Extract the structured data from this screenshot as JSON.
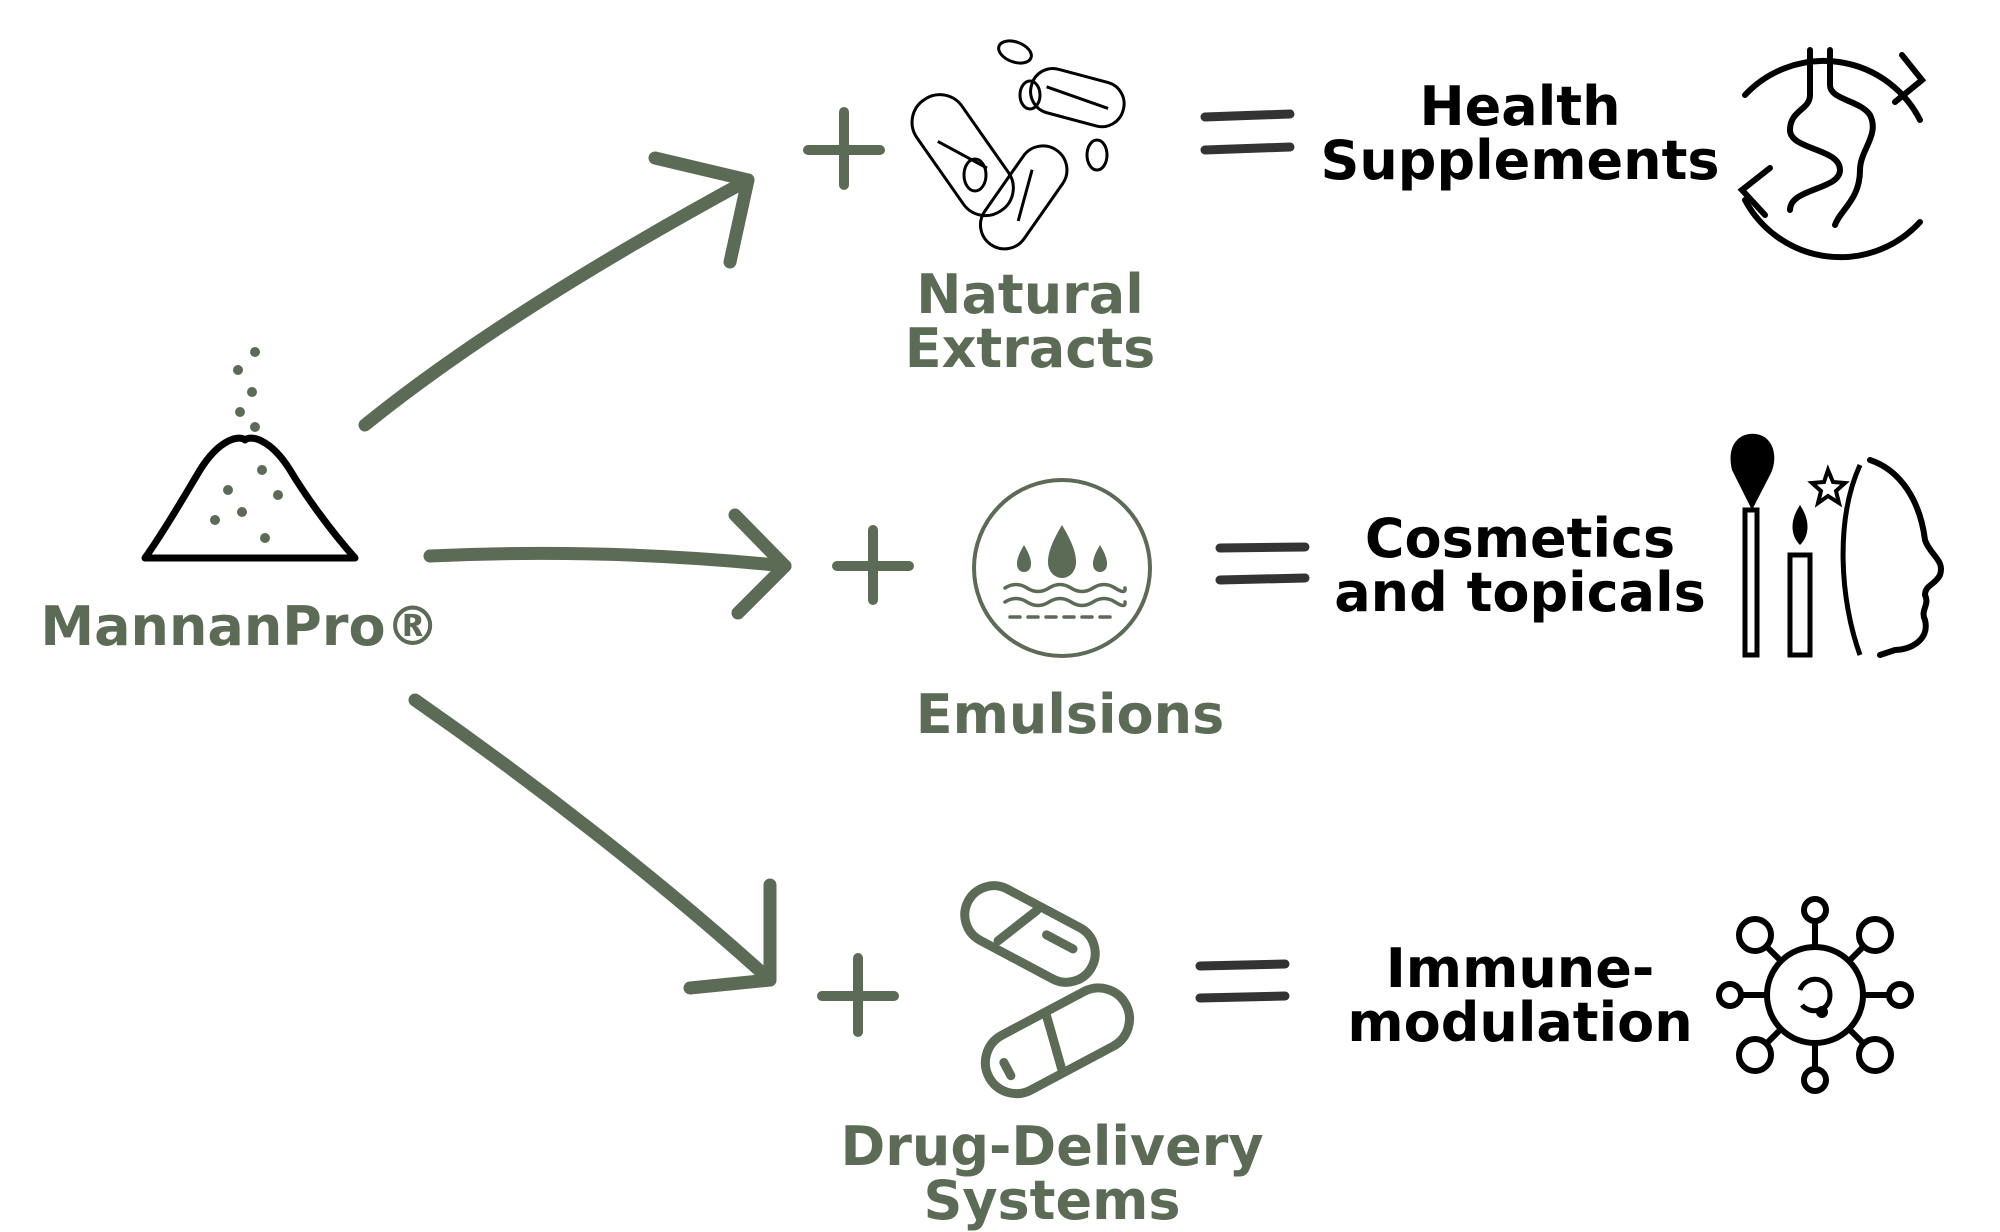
{
  "source": {
    "label": "MannanPro®",
    "icon": "powder-pile-icon"
  },
  "rows": [
    {
      "ingredient": [
        "Natural",
        "Extracts"
      ],
      "ingredient_icon": "bacteria-icon",
      "outcome": [
        "Health",
        "Supplements"
      ],
      "outcome_icon": "gut-cycle-icon"
    },
    {
      "ingredient": [
        "Emulsions"
      ],
      "ingredient_icon": "water-drops-icon",
      "outcome": [
        "Cosmetics",
        "and topicals"
      ],
      "outcome_icon": "makeup-face-icon"
    },
    {
      "ingredient": [
        "Drug-Delivery",
        "Systems"
      ],
      "ingredient_icon": "capsules-icon",
      "outcome": [
        "Immune-",
        "modulation"
      ],
      "outcome_icon": "virus-network-icon"
    }
  ],
  "operators": {
    "plus": "+",
    "equals": "="
  },
  "colors": {
    "accent": "#5b6b55",
    "text": "#000000",
    "background": "#ffffff"
  }
}
